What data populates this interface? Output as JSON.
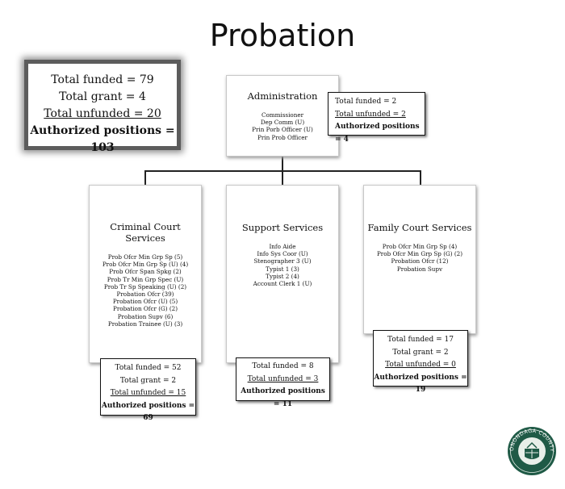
{
  "title": "Probation",
  "summary": {
    "total_funded": "Total funded = 79",
    "total_grant": "Total grant = 4",
    "total_unfunded": "Total unfunded = 20",
    "authorized": "Authorized positions = 103"
  },
  "administration": {
    "heading": "Administration",
    "items": [
      "Commissioner",
      "Dep Comm (U)",
      "Prin Porb Officer (U)",
      "Prin Prob Officer"
    ],
    "totals": {
      "total_funded": "Total funded = 2",
      "total_unfunded": "Total unfunded = 2",
      "authorized": "Authorized positions = 4"
    }
  },
  "criminal": {
    "heading": "Criminal Court Services",
    "items": [
      "Prob Ofcr Min Grp Sp (5)",
      "Prob Ofcr Min Grp Sp (U) (4)",
      "Prob Ofcr Span Spkg (2)",
      "Prob Tr Min Grp Spec (U)",
      "Prob Tr Sp Speaking (U) (2)",
      "Probation Ofcr (39)",
      "Probation Ofcr (U) (5)",
      "Probation Ofcr (G) (2)",
      "Probation Supv (6)",
      "Probation Trainee (U) (3)"
    ],
    "totals": {
      "total_funded": "Total funded = 52",
      "total_grant": "Total grant = 2",
      "total_unfunded": "Total unfunded = 15",
      "authorized": "Authorized positions = 69"
    }
  },
  "support": {
    "heading": "Support Services",
    "items": [
      "Info Aide",
      "Info Sys Coor (U)",
      "Stenographer 3 (U)",
      "Typist 1 (3)",
      "Typist 2 (4)",
      "Account Clerk 1 (U)"
    ],
    "totals": {
      "total_funded": "Total funded = 8",
      "total_unfunded": "Total unfunded = 3",
      "authorized": "Authorized positions = 11"
    }
  },
  "family": {
    "heading": "Family Court Services",
    "items": [
      "Prob Ofcr Min Grp Sp (4)",
      "Prob Ofcr Min Grp Sp (G) (2)",
      "Probation Ofcr (12)",
      "Probation Supv"
    ],
    "totals": {
      "total_funded": "Total funded = 17",
      "total_grant": "Total grant = 2",
      "total_unfunded": "Total unfunded = 0",
      "authorized": "Authorized positions = 19"
    }
  },
  "seal": {
    "text": "ONONDAGA COUNTY",
    "color": "#1f5a46"
  },
  "colors": {
    "line": "#222222",
    "summary_border": "#5c5c5c"
  }
}
